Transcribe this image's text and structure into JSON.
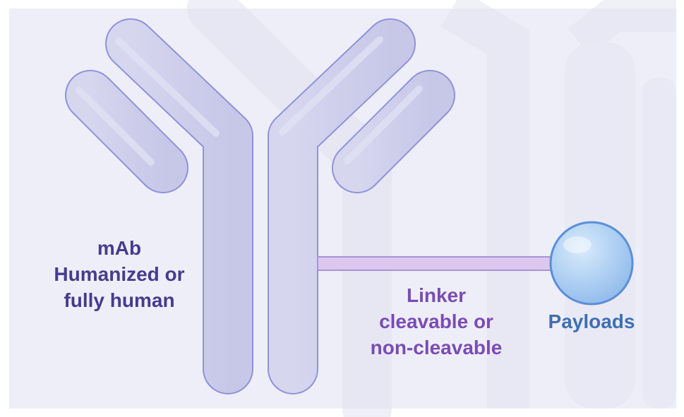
{
  "colors": {
    "background_panel": "#eeeef8",
    "antibody_fill": "#cdcdea",
    "antibody_stroke": "#8f92dc",
    "linker_fill": "#dcc8ee",
    "linker_stroke": "#a993d6",
    "payload_fill": "#a9cdf2",
    "payload_stroke": "#5b8fd8",
    "mab_text": "#473b8f",
    "linker_text": "#7a4cb4",
    "payload_text": "#3f6fb2"
  },
  "labels": {
    "mab": {
      "line1": "mAb",
      "line2": "Humanized or",
      "line3": "fully human"
    },
    "linker": {
      "line1": "Linker",
      "line2": "cleavable or",
      "line3": "non-cleavable"
    },
    "payload": {
      "line1": "Payloads"
    }
  }
}
